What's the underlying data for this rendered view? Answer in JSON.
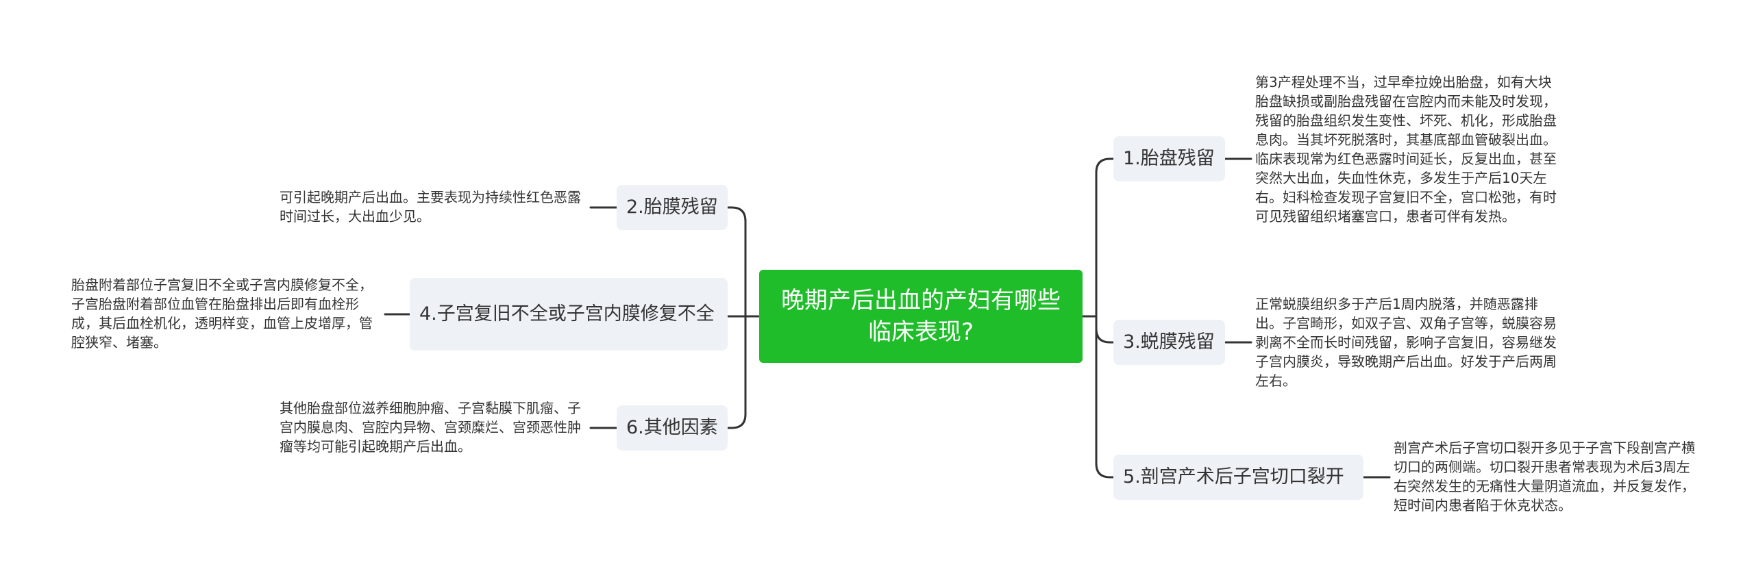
{
  "root": {
    "title": "晚期产后出血的产妇有哪些临床表现?"
  },
  "left": [
    {
      "label": "2.胎膜残留",
      "detail": "可引起晚期产后出血。主要表现为持续性红色恶露时间过长，大出血少见。"
    },
    {
      "label": "4.子宫复旧不全或子宫内膜修复不全",
      "detail": "胎盘附着部位子宫复旧不全或子宫内膜修复不全，子宫胎盘附着部位血管在胎盘排出后即有血栓形成，其后血栓机化，透明样变，血管上皮增厚，管腔狭窄、堵塞。"
    },
    {
      "label": "6.其他因素",
      "detail": "其他胎盘部位滋养细胞肿瘤、子宫黏膜下肌瘤、子宫内膜息肉、宫腔内异物、宫颈糜烂、宫颈恶性肿瘤等均可能引起晚期产后出血。"
    }
  ],
  "right": [
    {
      "label": "1.胎盘残留",
      "detail": "第3产程处理不当，过早牵拉娩出胎盘，如有大块胎盘缺损或副胎盘残留在宫腔内而未能及时发现，残留的胎盘组织发生变性、坏死、机化，形成胎盘息肉。当其坏死脱落时，其基底部血管破裂出血。临床表现常为红色恶露时间延长，反复出血，甚至突然大出血，失血性休克，多发生于产后10天左右。妇科检查发现子宫复旧不全，宫口松弛，有时可见残留组织堵塞宫口，患者可伴有发热。"
    },
    {
      "label": "3.蜕膜残留",
      "detail": "正常蜕膜组织多于产后1周内脱落，并随恶露排出。子宫畸形，如双子宫、双角子宫等，蜕膜容易剥离不全而长时间残留，影响子宫复旧，容易继发子宫内膜炎，导致晚期产后出血。好发于产后两周左右。"
    },
    {
      "label": "5.剖宫产术后子宫切口裂开",
      "detail": "剖宫产术后子宫切口裂开多见于子宫下段剖宫产横切口的两侧端。切口裂开患者常表现为术后3周左右突然发生的无痛性大量阴道流血，并反复发作，短时间内患者陷于休克状态。"
    }
  ],
  "colors": {
    "root": "#1fbd2a",
    "branch_bg": "#eef1f6",
    "line": "#333333",
    "text": "#333333"
  }
}
